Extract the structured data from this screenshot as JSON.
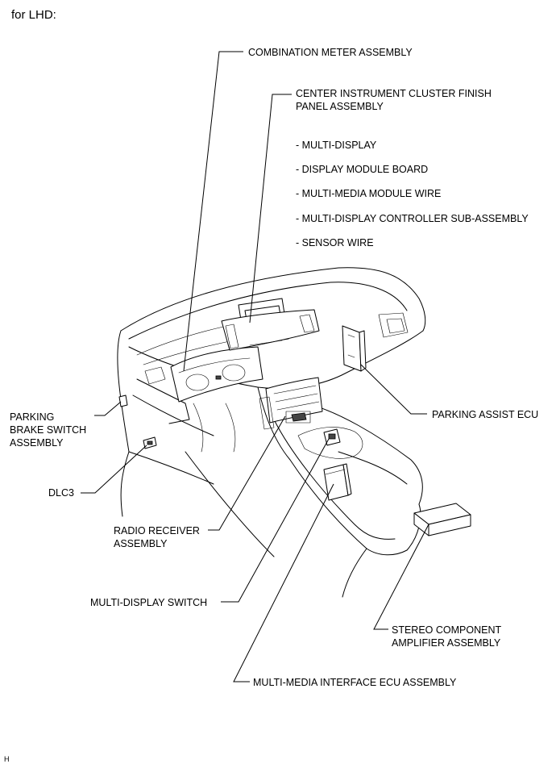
{
  "header": "for LHD:",
  "labels": {
    "combination_meter": "COMBINATION METER ASSEMBLY",
    "center_cluster_1": "CENTER INSTRUMENT CLUSTER FINISH",
    "center_cluster_2": "PANEL ASSEMBLY",
    "sub_items": [
      "- MULTI-DISPLAY",
      "- DISPLAY MODULE BOARD",
      "- MULTI-MEDIA MODULE WIRE",
      "- MULTI-DISPLAY CONTROLLER SUB-ASSEMBLY",
      "- SENSOR WIRE"
    ],
    "parking_brake_1": "PARKING",
    "parking_brake_2": "BRAKE SWITCH",
    "parking_brake_3": "ASSEMBLY",
    "parking_assist": "PARKING ASSIST ECU",
    "dlc3": "DLC3",
    "radio_1": "RADIO RECEIVER",
    "radio_2": "ASSEMBLY",
    "multi_display_switch": "MULTI-DISPLAY SWITCH",
    "stereo_1": "STEREO COMPONENT",
    "stereo_2": "AMPLIFIER ASSEMBLY",
    "multimedia_ecu": "MULTI-MEDIA INTERFACE ECU ASSEMBLY"
  },
  "footer": "H"
}
